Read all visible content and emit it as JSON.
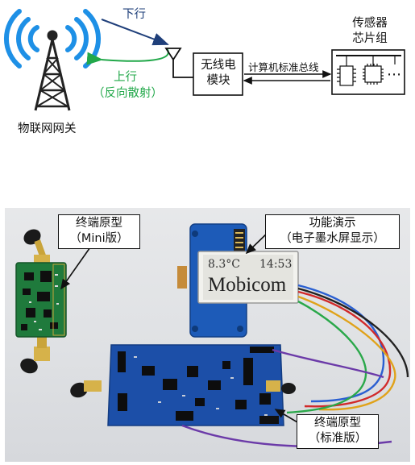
{
  "top_diagram": {
    "gateway_label": "物联网网关",
    "downlink_label": "下行",
    "uplink_label": "上行",
    "uplink_sub_label": "（反向散射）",
    "radio_module_label_line1": "无线电",
    "radio_module_label_line2": "模块",
    "bus_label": "计算机标准总线",
    "sensor_label_line1": "传感器",
    "sensor_label_line2": "芯片组",
    "ellipsis": "⋯",
    "colors": {
      "downlink": "#1f3f7a",
      "uplink": "#22a84a",
      "tower": "#222222",
      "waves": "#1e90e6"
    }
  },
  "photo": {
    "mini_callout_line1": "终端原型",
    "mini_callout_line2": "（Mini版）",
    "demo_callout_line1": "功能演示",
    "demo_callout_line2": "（电子墨水屏显示）",
    "standard_callout_line1": "终端原型",
    "standard_callout_line2": "（标准版）",
    "eink_temperature": "8.3°C",
    "eink_time": "14:53",
    "eink_brand": "Mobicom",
    "colors": {
      "pcb_green": "#1f7a3c",
      "pcb_blue": "#1c4fa8",
      "eink_bg": "#e4e4df"
    }
  }
}
